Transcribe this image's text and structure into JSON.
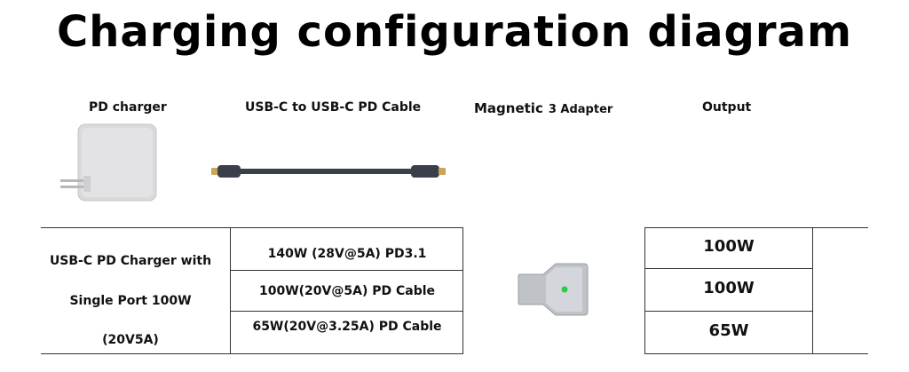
{
  "title": "Charging configuration diagram",
  "columns": {
    "charger": "PD charger",
    "cable": "USB-C to USB-C PD Cable",
    "adapter_main": "Magnetic",
    "adapter_suffix": "3 Adapter",
    "output": "Output"
  },
  "charger_desc": {
    "line1": "USB-C PD Charger with",
    "line2": "Single Port 100W",
    "line3": "(20V5A)"
  },
  "rows": [
    {
      "cable": "140W (28V@5A) PD3.1",
      "output": "100W"
    },
    {
      "cable": "100W(20V@5A) PD Cable",
      "output": "100W"
    },
    {
      "cable": "65W(20V@3.25A) PD Cable",
      "output": "65W"
    }
  ],
  "colors": {
    "led": "#2ecc40",
    "cable_body": "#3a3f4a",
    "connector": "#c9a45c",
    "charger_body": "#d7d7d9"
  },
  "icons": [
    "pd-charger-image",
    "usb-c-cable-image",
    "magnetic-adapter-image",
    "led-indicator-icon"
  ]
}
